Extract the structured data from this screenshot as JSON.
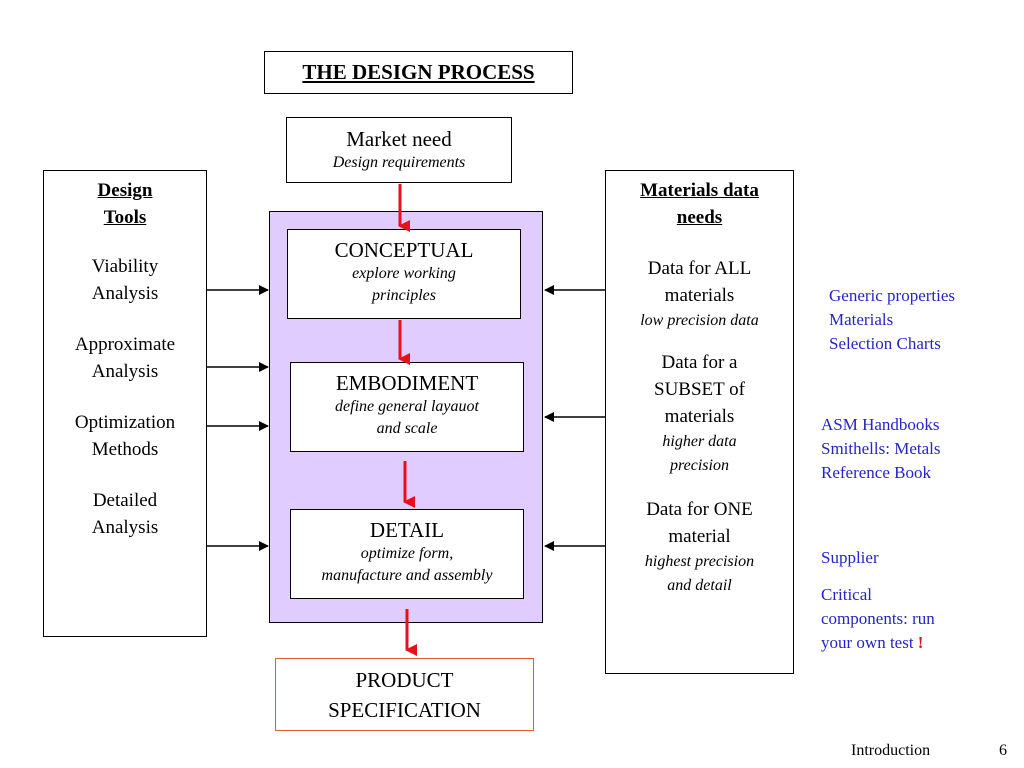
{
  "title": "THE DESIGN PROCESS",
  "market": {
    "line1": "Market need",
    "line2": "Design requirements"
  },
  "stages": {
    "conceptual": {
      "heading": "CONCEPTUAL",
      "line1": "explore working",
      "line2": "principles"
    },
    "embodiment": {
      "heading": "EMBODIMENT",
      "line1": "define general layauot",
      "line2": "and scale"
    },
    "detail": {
      "heading": "DETAIL",
      "line1": "optimize form,",
      "line2": "manufacture and assembly"
    }
  },
  "product": {
    "line1": "PRODUCT",
    "line2": "SPECIFICATION"
  },
  "design_tools": {
    "title_line1": "Design",
    "title_line2": "Tools",
    "items": [
      {
        "line1": "Viability",
        "line2": "Analysis"
      },
      {
        "line1": "Approximate",
        "line2": "Analysis"
      },
      {
        "line1": "Optimization",
        "line2": "Methods"
      },
      {
        "line1": "Detailed",
        "line2": "Analysis"
      }
    ]
  },
  "materials": {
    "title_line1": "Materials data",
    "title_line2": "needs",
    "all": {
      "line1": "Data for ALL",
      "line2": "materials",
      "note": "low precision data"
    },
    "subset": {
      "line1": "Data for a",
      "line2": "SUBSET of",
      "line3": "materials",
      "note1": "higher data",
      "note2": "precision"
    },
    "one": {
      "line1": "Data for ONE",
      "line2": "material",
      "note1": "highest precision",
      "note2": "and detail"
    }
  },
  "sources": {
    "generic": [
      "Generic properties",
      "Materials",
      "Selection Charts"
    ],
    "asm": [
      "ASM Handbooks",
      "Smithells: Metals",
      "Reference Book"
    ],
    "supplier": "Supplier",
    "critical": [
      "Critical",
      "components: run",
      "your own test"
    ],
    "exclaim": "!"
  },
  "footer": {
    "label": "Introduction",
    "page": "6"
  },
  "colors": {
    "arrow_red": "#e8101a",
    "purple_fill": "#e0ccff",
    "product_border": "#e35b2e",
    "source_blue": "#2525c4"
  }
}
